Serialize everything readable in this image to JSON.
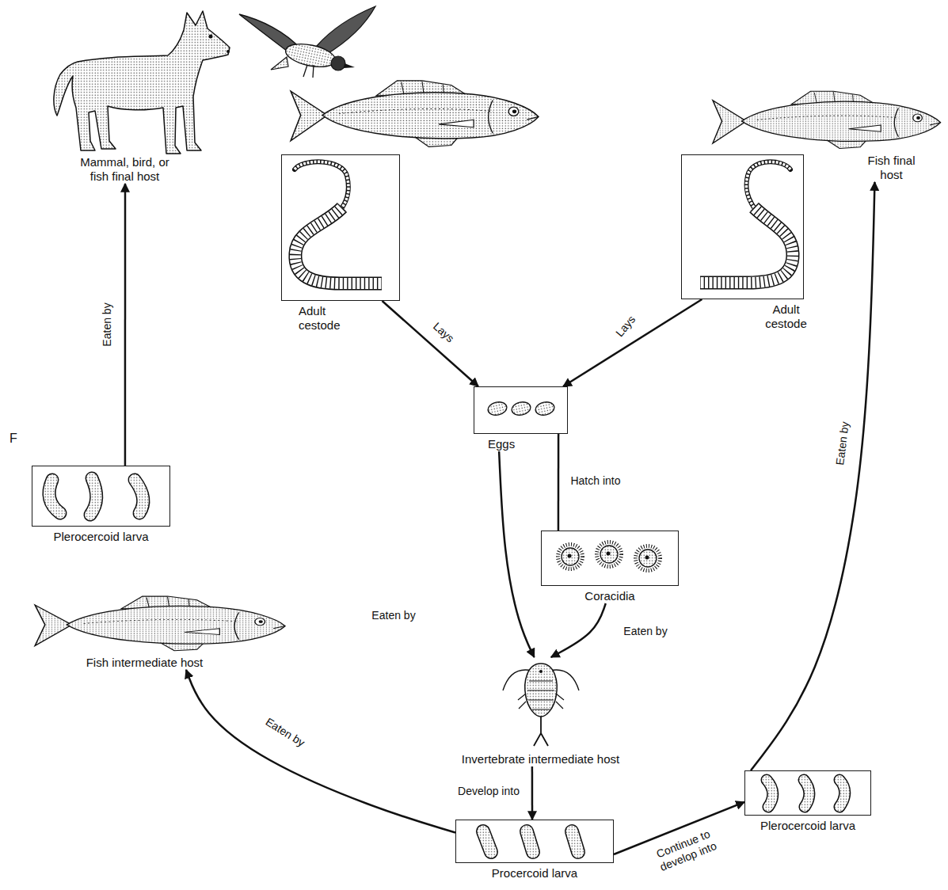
{
  "diagram": {
    "nodes": [
      {
        "text": [
          "Mammal, bird, or fish final host"
        ]
      },
      {
        "text": [
          "Fish final host"
        ]
      },
      {
        "text": [
          "Adult cestode"
        ]
      },
      {
        "text": [
          "Adult cestode"
        ]
      },
      {
        "text": [
          "Eggs"
        ]
      },
      {
        "text": [
          "Plerocercoid larva"
        ]
      },
      {
        "text": [
          "Coracidia"
        ]
      },
      {
        "text": [
          "Fish intermediate host"
        ]
      },
      {
        "text": [
          "Invertebrate intermediate host"
        ]
      },
      {
        "text": [
          "Plerocercoid larva"
        ]
      },
      {
        "text": [
          "Procercoid larva"
        ]
      }
    ],
    "edges": [
      {
        "from": 2,
        "to": 4,
        "label": "Lays",
        "arrow": "to"
      },
      {
        "from": 3,
        "to": 4,
        "label": "Lays",
        "arrow": "to"
      },
      {
        "from": 4,
        "to": 6,
        "label": "Hatch into",
        "arrow": "none"
      },
      {
        "from": 4,
        "to": 8,
        "label": "Eaten by",
        "arrow": "to"
      },
      {
        "from": 6,
        "to": 8,
        "label": "Eaten by",
        "arrow": "to"
      },
      {
        "from": 8,
        "to": 10,
        "label": "Develop into",
        "arrow": "to"
      },
      {
        "from": 10,
        "to": 7,
        "label": "Eaten by",
        "arrow": "to"
      },
      {
        "from": 10,
        "to": 9,
        "label": "Continue to develop into",
        "arrow": "to"
      },
      {
        "from": 9,
        "to": 1,
        "label": "Eaten by",
        "arrow": "to"
      },
      {
        "from": 5,
        "to": 0,
        "label": "Eaten by",
        "arrow": "to"
      }
    ],
    "labels": [
      "F"
    ]
  }
}
